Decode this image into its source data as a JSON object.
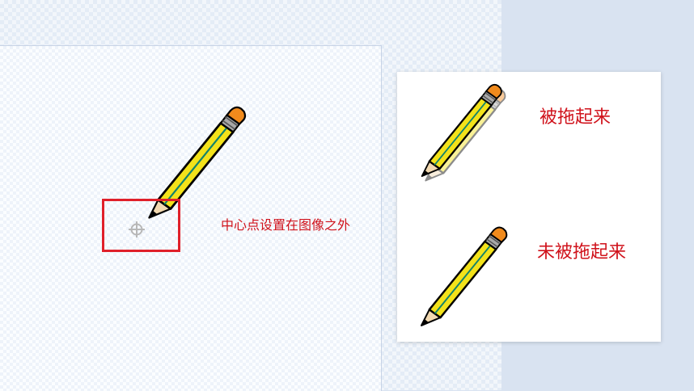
{
  "annotation": {
    "center_outside_label": "中心点设置在图像之外"
  },
  "comparison": {
    "dragged_label": "被拖起来",
    "not_dragged_label": "未被拖起来"
  },
  "icons": {
    "sprite": "pencil-icon",
    "center_marker": "crosshair-icon"
  },
  "colors": {
    "highlight": "#e0202a",
    "caption": "#d0121b",
    "pencil_body": "#f3e21a",
    "pencil_eraser": "#f08a1c"
  }
}
